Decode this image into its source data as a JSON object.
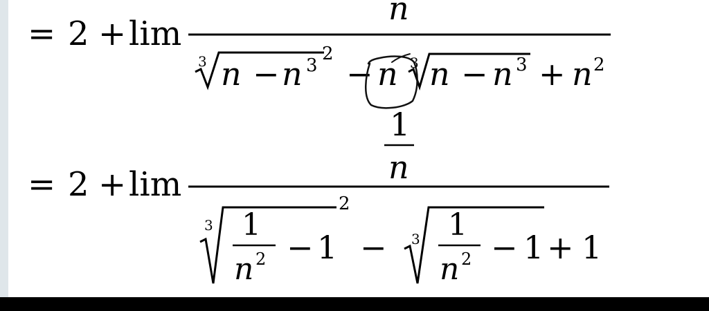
{
  "lines": [
    {
      "prefix": {
        "eq": "=",
        "two": "2",
        "plus": "+",
        "lim": "lim"
      },
      "numerator": {
        "n": "n"
      },
      "denominator": {
        "root1_index": "3",
        "root1_body": {
          "n": "n",
          "minus": "−",
          "n3": "n",
          "n3_exp": "3"
        },
        "outer_exp": "2",
        "minus": "−",
        "coef": "n",
        "root2_index": "3",
        "root2_body": {
          "n": "n",
          "minus": "−",
          "n3": "n",
          "n3_exp": "3"
        },
        "plus": "+",
        "n2": "n",
        "n2_exp": "2"
      }
    },
    {
      "prefix": {
        "eq": "=",
        "two": "2",
        "plus": "+",
        "lim": "lim"
      },
      "numerator": {
        "one": "1",
        "n": "n"
      },
      "denominator": {
        "root1_index": "3",
        "frac1_num": "1",
        "frac1_den": "n",
        "frac1_den_exp": "2",
        "minus1": "−",
        "one1": "1",
        "outer_exp": "2",
        "minus": "−",
        "root2_index": "3",
        "frac2_num": "1",
        "frac2_den": "n",
        "frac2_den_exp": "2",
        "minus2": "−",
        "one2": "1",
        "plus": "+",
        "one3": "1"
      }
    }
  ]
}
